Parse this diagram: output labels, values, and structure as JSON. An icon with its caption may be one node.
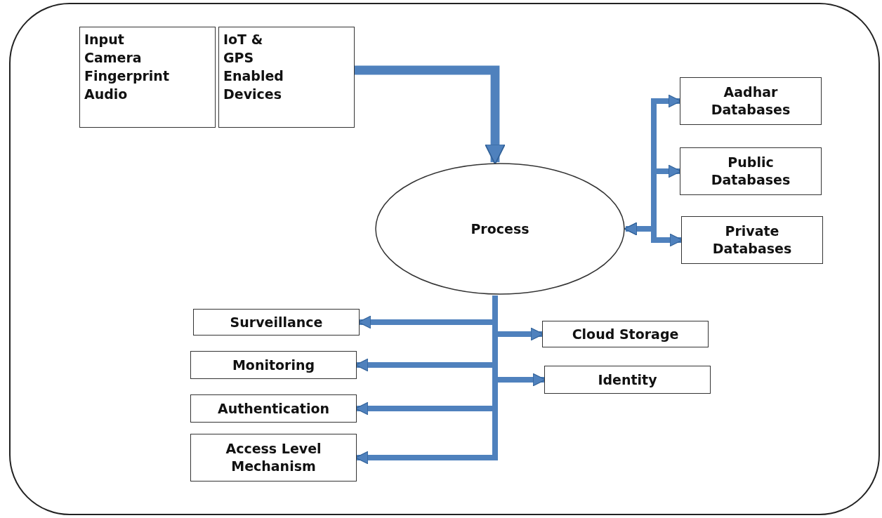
{
  "diagram": {
    "nodes": [
      {
        "text": [
          "Input Camera Fingerprint Audio"
        ]
      },
      {
        "text": [
          "IoT & GPS Enabled Devices"
        ]
      },
      {
        "text": [
          "Process"
        ]
      },
      {
        "text": [
          "Aadhar Databases"
        ]
      },
      {
        "text": [
          "Public Databases"
        ]
      },
      {
        "text": [
          "Private Databases"
        ]
      },
      {
        "text": [
          "Surveillance"
        ]
      },
      {
        "text": [
          "Cloud Storage"
        ]
      },
      {
        "text": [
          "Monitoring"
        ]
      },
      {
        "text": [
          "Identity"
        ]
      },
      {
        "text": [
          "Authentication"
        ]
      },
      {
        "text": [
          "Access Level Mechanism"
        ]
      }
    ],
    "edges": [
      {
        "from": 1,
        "to": 2,
        "arrow": "to"
      },
      {
        "from": 2,
        "to": 3,
        "arrow": "both"
      },
      {
        "from": 2,
        "to": 4,
        "arrow": "both"
      },
      {
        "from": 2,
        "to": 5,
        "arrow": "both"
      },
      {
        "from": 2,
        "to": 6,
        "arrow": "to"
      },
      {
        "from": 2,
        "to": 7,
        "arrow": "to"
      },
      {
        "from": 2,
        "to": 8,
        "arrow": "to"
      },
      {
        "from": 2,
        "to": 9,
        "arrow": "to"
      },
      {
        "from": 2,
        "to": 10,
        "arrow": "to"
      },
      {
        "from": 2,
        "to": 11,
        "arrow": "to"
      }
    ]
  }
}
